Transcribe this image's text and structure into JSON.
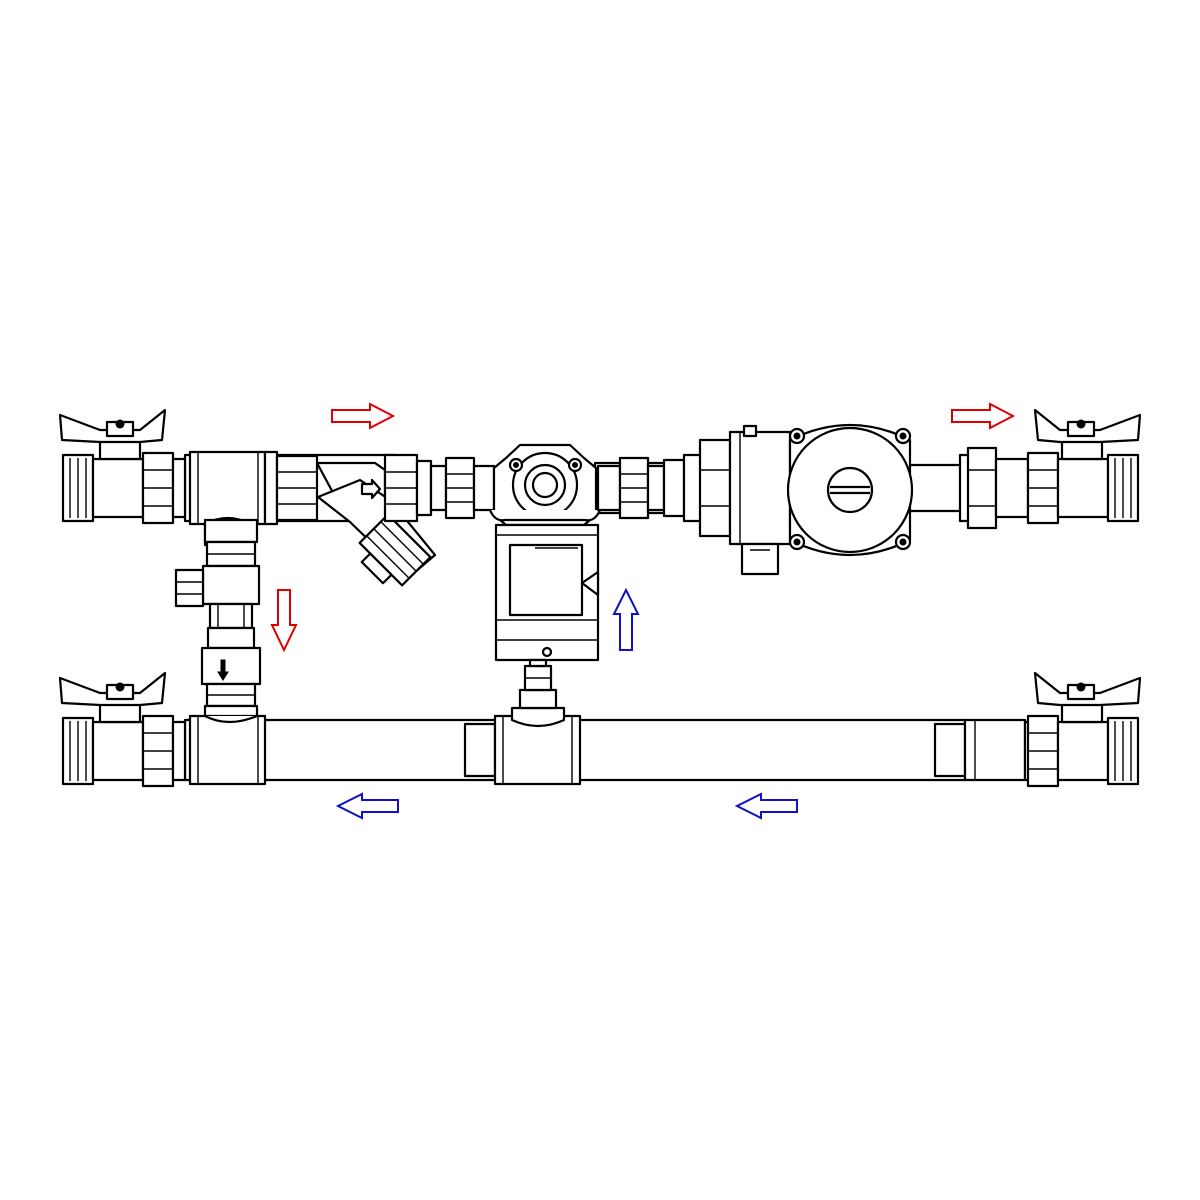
{
  "diagram": {
    "kind": "pump-mixing-unit-schematic",
    "colors": {
      "background": "#ffffff",
      "line": "#000000",
      "supply_flow": "#e00000",
      "return_flow": "#1010c8"
    },
    "flow_arrows": [
      {
        "name": "supply-flow-arrow-top-left",
        "color": "supply_flow",
        "direction": "right"
      },
      {
        "name": "supply-flow-arrow-top-right",
        "color": "supply_flow",
        "direction": "right"
      },
      {
        "name": "supply-flow-arrow-bypass",
        "color": "supply_flow",
        "direction": "down"
      },
      {
        "name": "return-flow-arrow-mixing",
        "color": "return_flow",
        "direction": "up"
      },
      {
        "name": "return-flow-arrow-bottom-left",
        "color": "return_flow",
        "direction": "left"
      },
      {
        "name": "return-flow-arrow-bottom-right",
        "color": "return_flow",
        "direction": "left"
      }
    ],
    "components": [
      "ball-valve-supply-inlet",
      "ball-valve-supply-outlet",
      "ball-valve-return-outlet",
      "ball-valve-return-inlet",
      "strainer-filter",
      "three-way-mixing-valve",
      "valve-actuator",
      "circulation-pump",
      "bypass-balancing-valve",
      "bypass-check-valve"
    ]
  }
}
